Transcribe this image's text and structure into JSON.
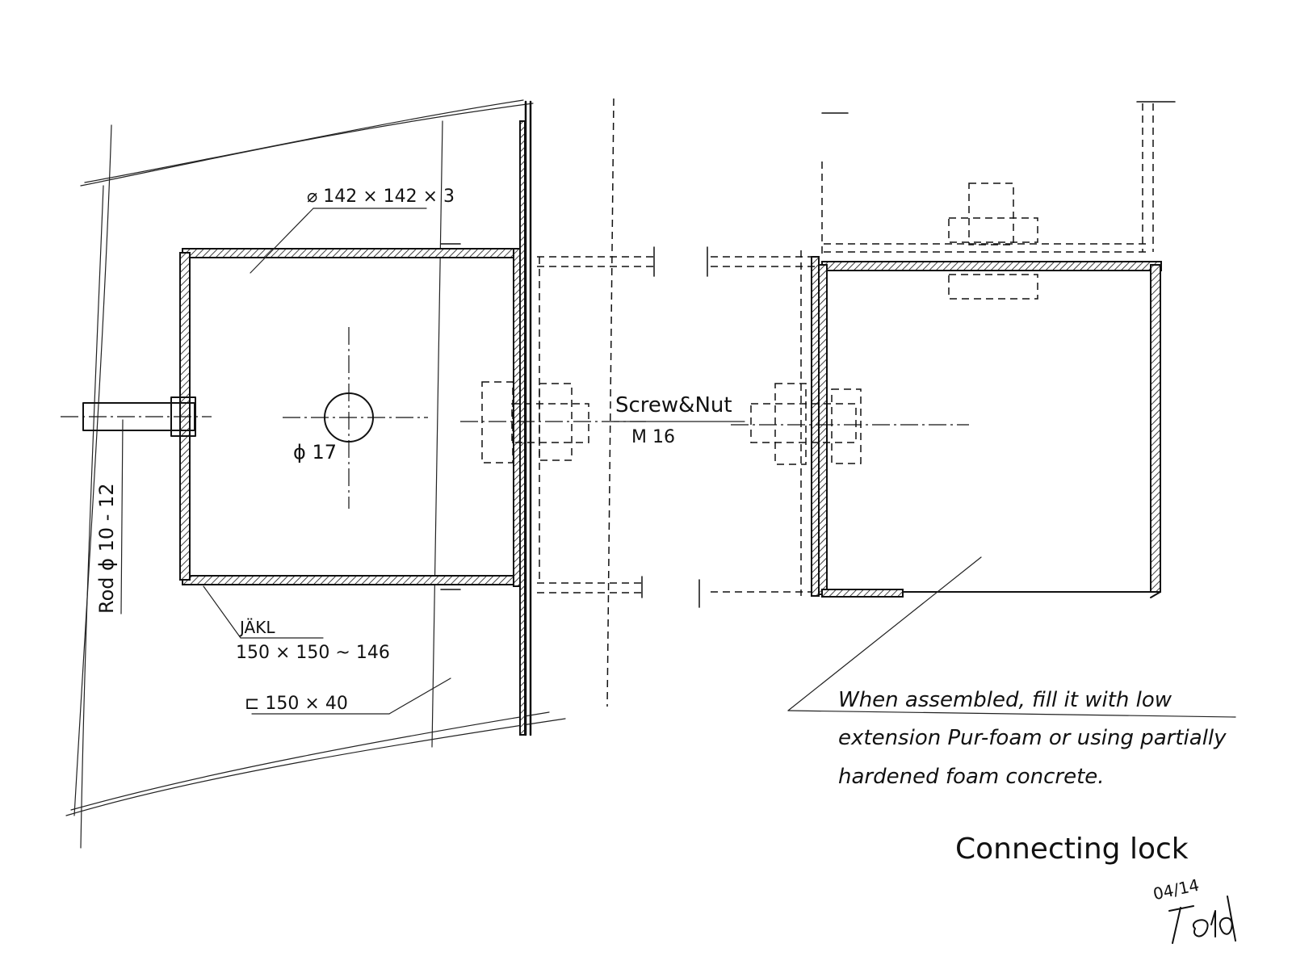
{
  "labels": {
    "tube_profile": "⌀ 142 × 142 × 3",
    "hole": "ϕ 17",
    "rod": "Rod ϕ 10 - 12",
    "jakl_name": "JÄKL",
    "jakl_size": "150 × 150 ~ 146",
    "channel": "⊏ 150 × 40",
    "screw": "Screw&Nut",
    "screw_size": "M 16"
  },
  "note": {
    "line1": "When assembled, fill it with low",
    "line2": "extension Pur-foam or using partially",
    "line3": "hardened foam concrete."
  },
  "title": "Connecting lock",
  "date": "04/14"
}
